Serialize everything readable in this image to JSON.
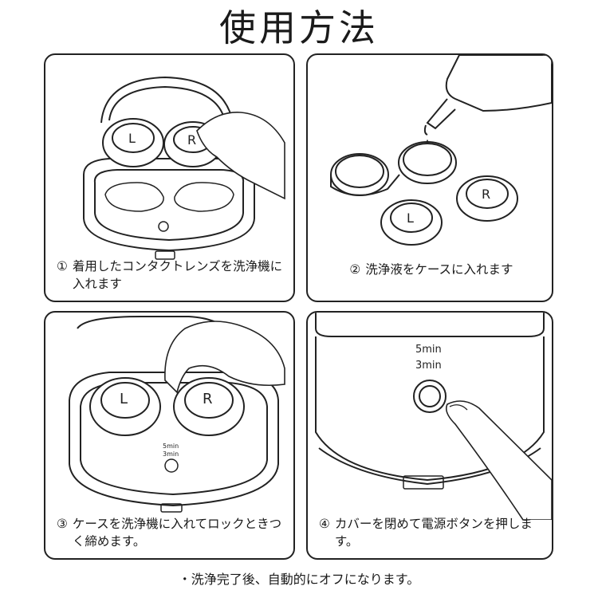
{
  "title": "使用方法",
  "steps": [
    {
      "number": "①",
      "text": "着用したコンタクトレンズを洗浄機に入れます"
    },
    {
      "number": "②",
      "text": "洗浄液をケースに入れます"
    },
    {
      "number": "③",
      "text": "ケースを洗浄機に入れてロックときつく締めます。"
    },
    {
      "number": "④",
      "text": "カバーを閉めて電源ボタンを押します。"
    }
  ],
  "lens_labels": {
    "left": "L",
    "right": "R"
  },
  "timer_labels": {
    "five": "5min",
    "three": "3min"
  },
  "footnote": "・洗浄完了後、自動的にオフになります。"
}
